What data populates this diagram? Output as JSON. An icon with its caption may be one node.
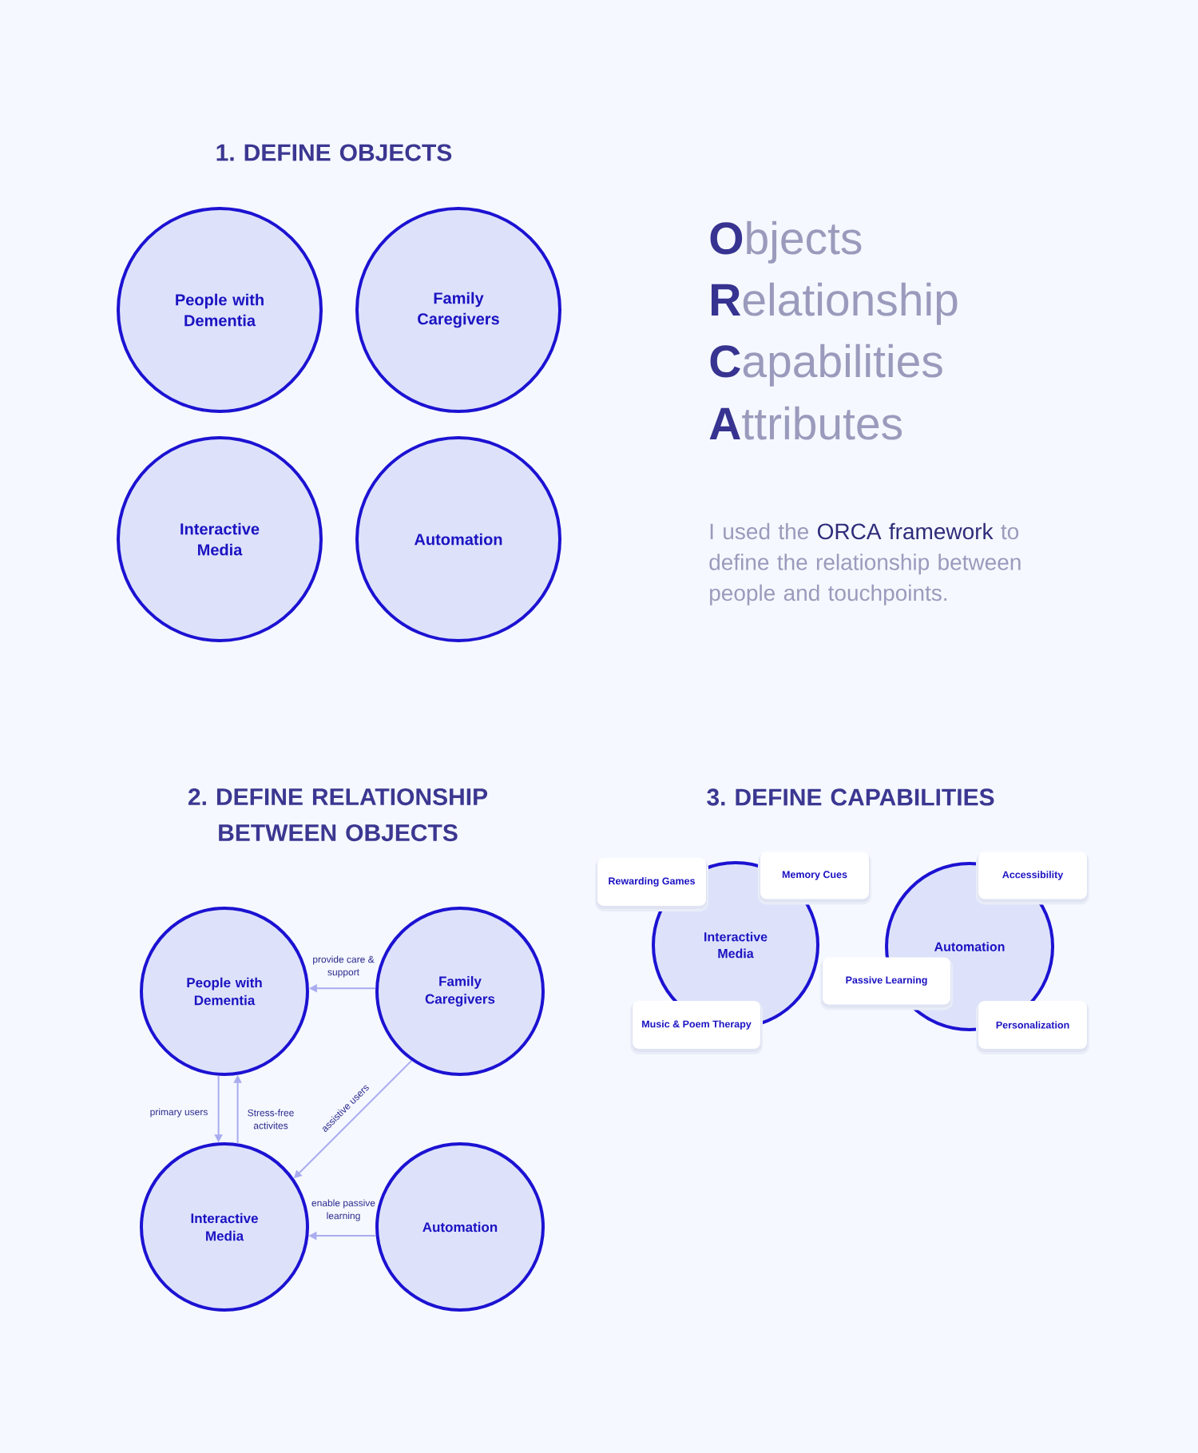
{
  "diagram": {
    "nodes": [
      {
        "text": [
          "People with Dementia"
        ]
      },
      {
        "text": [
          "Family Caregivers"
        ]
      },
      {
        "text": [
          "Interactive Media"
        ]
      },
      {
        "text": [
          "Automation"
        ]
      },
      {
        "text": [
          "People with Dementia"
        ]
      },
      {
        "text": [
          "Family Caregivers"
        ]
      },
      {
        "text": [
          "Interactive Media"
        ]
      },
      {
        "text": [
          "Automation"
        ]
      },
      {
        "text": [
          "Interactive Media"
        ]
      },
      {
        "text": [
          "Rewarding Games"
        ]
      },
      {
        "text": [
          "Memory Cues"
        ]
      },
      {
        "text": [
          "Music & Poem Therapy"
        ]
      },
      {
        "text": [
          "Automation"
        ]
      },
      {
        "text": [
          "Passive Learning"
        ]
      },
      {
        "text": [
          "Accessibility"
        ]
      },
      {
        "text": [
          "Personalization"
        ]
      }
    ],
    "edges": [
      {
        "from": 5,
        "to": 4,
        "arrow": "to",
        "label": "provide care & support"
      },
      {
        "from": 4,
        "to": 6,
        "arrow": "to",
        "label": "primary users"
      },
      {
        "from": 6,
        "to": 4,
        "arrow": "to",
        "label": "Stress-free activites"
      },
      {
        "from": 5,
        "to": 6,
        "arrow": "to",
        "label": "assistive users"
      },
      {
        "from": 7,
        "to": 6,
        "arrow": "to",
        "label": "enable passive learning"
      }
    ],
    "labels": [
      "1. DEFINE OBJECTS",
      "**O**bjects",
      "**R**elationship",
      "**C**apabilities",
      "**A**ttributes",
      "I used the **ORCA framework** to define the relationship between people and touchpoints.",
      "2. DEFINE RELATIONSHIP BETWEEN OBJECTS",
      "3. DEFINE CAPABILITIES"
    ]
  }
}
